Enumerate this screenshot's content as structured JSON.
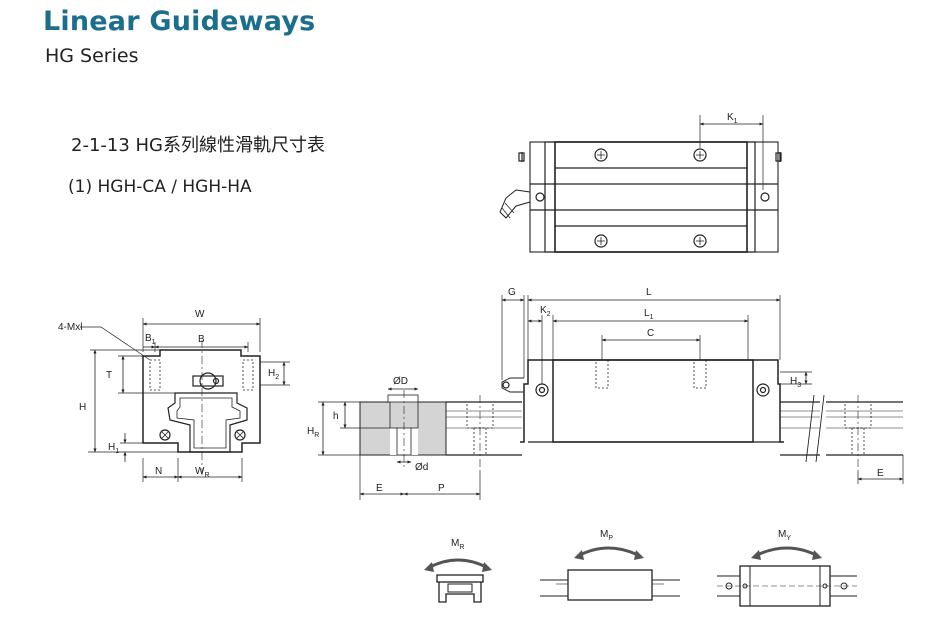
{
  "header": {
    "title": "Linear Guideways",
    "series": "HG Series"
  },
  "section": {
    "heading": "2-1-13 HG系列線性滑軌尺寸表",
    "model": "(1) HGH-CA / HGH-HA"
  },
  "dims": {
    "mxl": "4-Mxl",
    "W": "W",
    "B": "B",
    "B1": "B",
    "B1_sub": "1",
    "T": "T",
    "H": "H",
    "H1": "H",
    "H1_sub": "1",
    "H2": "H",
    "H2_sub": "2",
    "H3": "H",
    "H3_sub": "3",
    "HR": "H",
    "HR_sub": "R",
    "N": "N",
    "WR": "W",
    "WR_sub": "R",
    "K1": "K",
    "K1_sub": "1",
    "K2": "K",
    "K2_sub": "2",
    "G": "G",
    "L": "L",
    "L1": "L",
    "L1_sub": "1",
    "C": "C",
    "D": "ØD",
    "h": "h",
    "d": "Ød",
    "E_left": "E",
    "E_right": "E",
    "P": "P"
  },
  "moments": {
    "MR": "M",
    "MR_sub": "R",
    "MP": "M",
    "MP_sub": "P",
    "MY": "M",
    "MY_sub": "Y"
  },
  "colors": {
    "title": "#1b6e8c",
    "line": "#222222",
    "section_fill": "#d4d4d4"
  }
}
